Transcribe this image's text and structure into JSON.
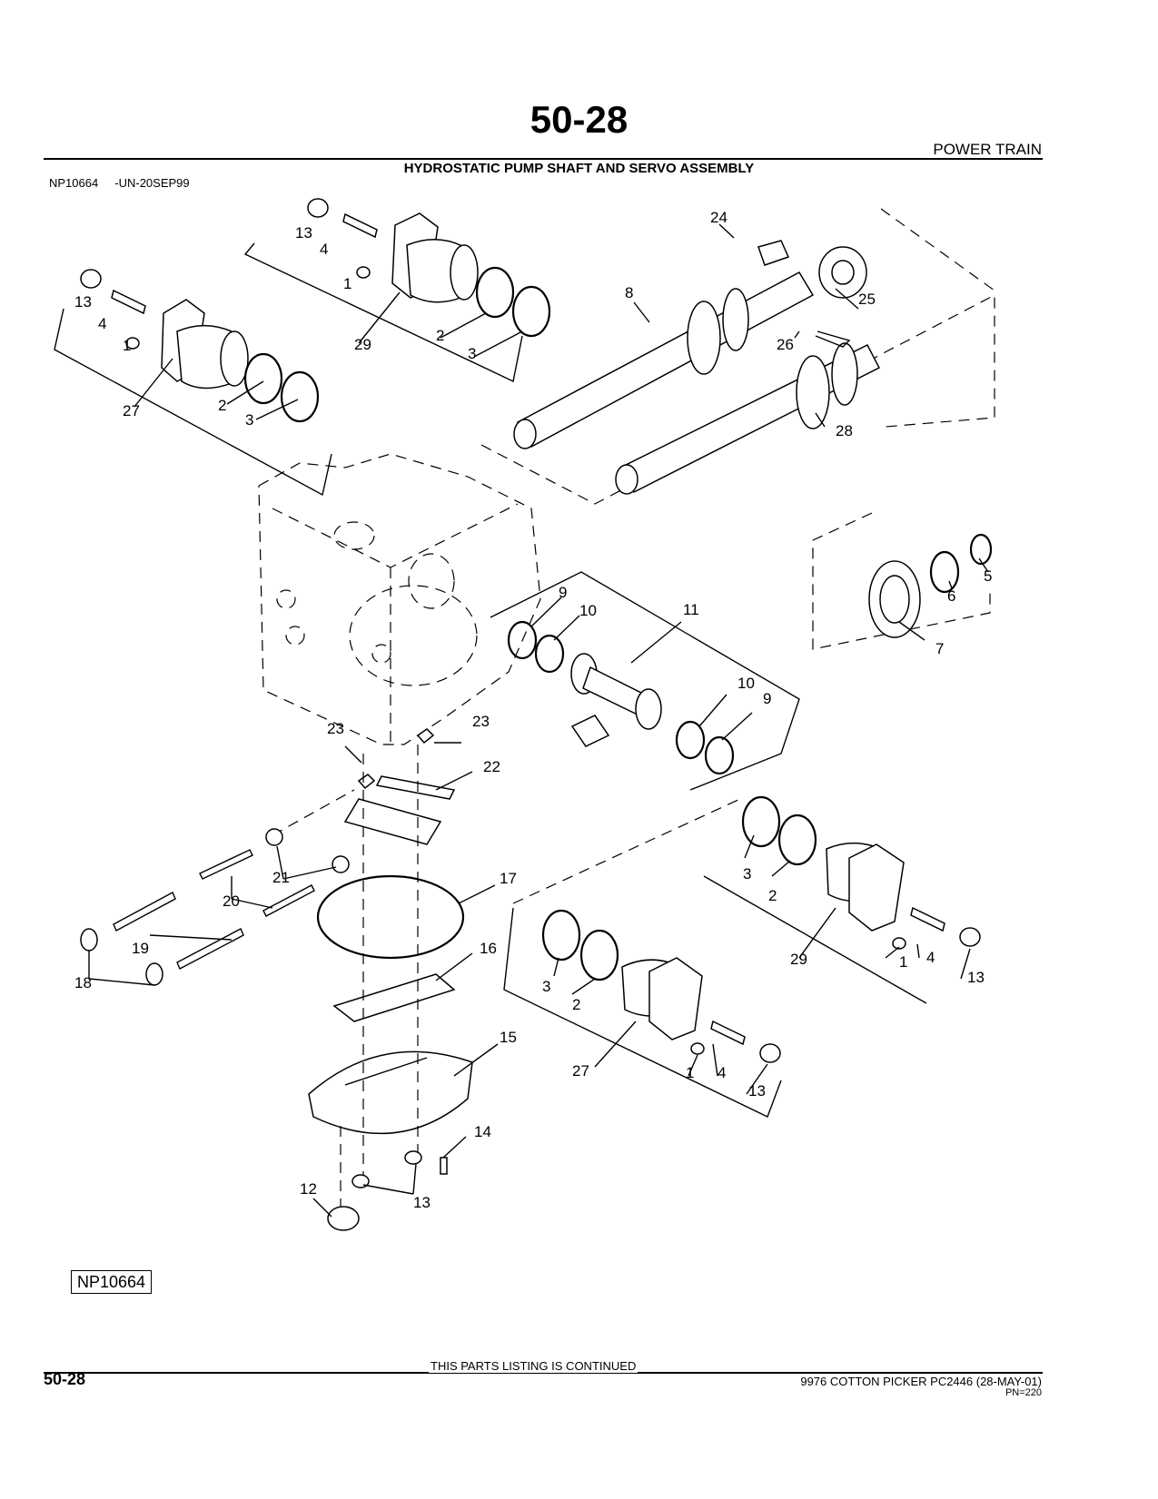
{
  "header": {
    "page_number": "50-28",
    "section": "POWER TRAIN",
    "title": "HYDROSTATIC PUMP SHAFT AND SERVO ASSEMBLY",
    "illustration_ref": "NP10664     -UN-20SEP99"
  },
  "figure": {
    "ref_box": "NP10664",
    "callouts": [
      "13",
      "4",
      "1",
      "29",
      "2",
      "3",
      "24",
      "25",
      "8",
      "26",
      "13",
      "4",
      "1",
      "27",
      "2",
      "3",
      "28",
      "9",
      "10",
      "11",
      "5",
      "6",
      "7",
      "10",
      "9",
      "23",
      "23",
      "22",
      "3",
      "2",
      "29",
      "1",
      "4",
      "13",
      "21",
      "17",
      "20",
      "19",
      "18",
      "16",
      "3",
      "2",
      "27",
      "1",
      "4",
      "13",
      "15",
      "14",
      "12",
      "13"
    ]
  },
  "footer": {
    "page_number": "50-28",
    "continued": "THIS PARTS LISTING IS CONTINUED",
    "document": "9976 COTTON PICKER   PC2446      (28-MAY-01)",
    "pn": "PN=220"
  }
}
